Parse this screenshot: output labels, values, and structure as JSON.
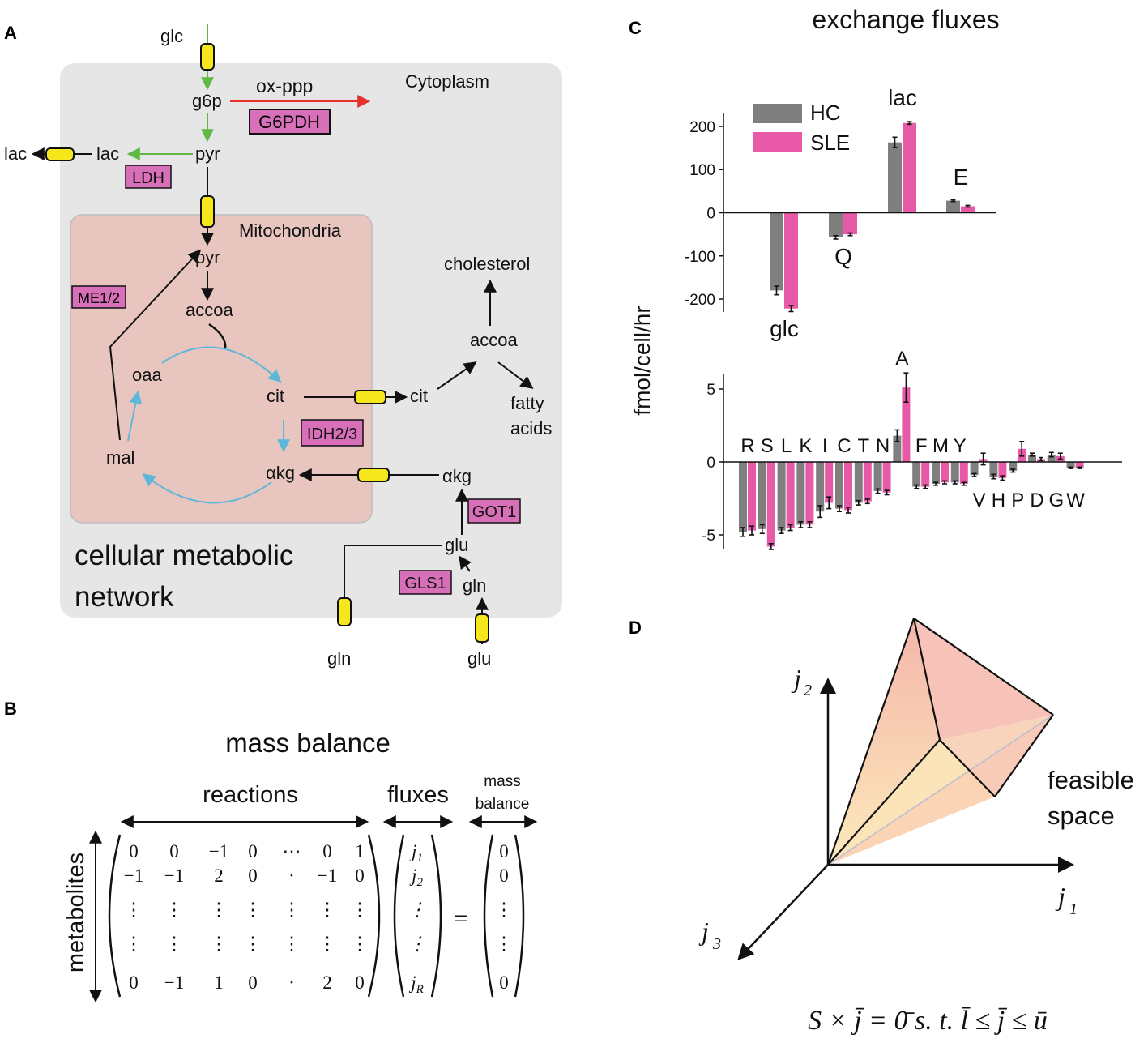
{
  "panels": {
    "A": {
      "label": "A",
      "compartments": {
        "cytoplasm": "Cytoplasm",
        "mitochondria": "Mitochondria"
      },
      "network_label_line1": "cellular metabolic",
      "network_label_line2": "network",
      "metabolites": {
        "glc": "glc",
        "g6p": "g6p",
        "pyr_cyto": "pyr",
        "lac_in": "lac",
        "lac_out": "lac",
        "pyr_mito": "pyr",
        "accoa_mito": "accoa",
        "oaa": "oaa",
        "cit_mito": "cit",
        "mal": "mal",
        "akg_mito": "αkg",
        "cit_cyto": "cit",
        "accoa_cyto": "accoa",
        "cholesterol": "cholesterol",
        "fatty_line1": "fatty",
        "fatty_line2": "acids",
        "akg_cyto": "αkg",
        "glu_cyto": "glu",
        "gln_cyto": "gln",
        "gln_out": "gln",
        "glu_out": "glu",
        "oxppp": "ox-ppp"
      },
      "enzymes": {
        "g6pdh": "G6PDH",
        "ldh": "LDH",
        "me": "ME1/2",
        "idh": "IDH2/3",
        "got1": "GOT1",
        "gls1": "GLS1"
      },
      "colors": {
        "glycolysis": "#5fb944",
        "oxppp": "#e8302a",
        "tca": "#5bb8d8",
        "enzyme": "#d770b8",
        "transporter": "#f5e71c",
        "cytoplasm": "#e6e6e6",
        "mito": "#e8c5bf"
      }
    },
    "B": {
      "label": "B",
      "title": "mass balance",
      "reactions": "reactions",
      "fluxes": "fluxes",
      "mb_line1": "mass",
      "mb_line2": "balance",
      "metabolites": "metabolites",
      "matrix_rows": [
        [
          "0",
          "0",
          "−1",
          "0",
          "⋯",
          "0",
          "1"
        ],
        [
          "−1",
          "−1",
          "2",
          "0",
          "·",
          "−1",
          "0"
        ],
        [
          "⋮",
          "⋮",
          "⋮",
          "⋮",
          "⋮",
          "⋮",
          "⋮"
        ],
        [
          "⋮",
          "⋮",
          "⋮",
          "⋮",
          "⋮",
          "⋮",
          "⋮"
        ],
        [
          "0",
          "−1",
          "1",
          "0",
          "·",
          "2",
          "0"
        ]
      ],
      "flux_vector": [
        "j",
        "j",
        "⋮",
        "⋮",
        "j"
      ],
      "flux_subs": [
        "1",
        "2",
        "",
        "",
        "R"
      ],
      "rhs_vector": [
        "0",
        "0",
        "⋮",
        "⋮",
        "0"
      ],
      "equals": "="
    },
    "C": {
      "label": "C",
      "title": "exchange fluxes",
      "ylabel": "fmol/cell/hr",
      "legend": [
        "HC",
        "SLE"
      ]
    },
    "D": {
      "label": "D",
      "axis_j2": "j",
      "axis_j2_sub": "2",
      "axis_j1": "j",
      "axis_j1_sub": "1",
      "axis_j3": "j",
      "axis_j3_sub": "3",
      "feasible_line1": "feasible",
      "feasible_line2": "space",
      "equation": "S × j̄ = 0̄   s. t.  l̄ ≤ j̄ ≤ ū"
    }
  },
  "chart_data": [
    {
      "type": "bar",
      "title": "exchange fluxes",
      "ylabel": "fmol/cell/hr",
      "ylim": [
        -230,
        230
      ],
      "yticks": [
        -200,
        -100,
        0,
        100,
        200
      ],
      "categories": [
        "glc",
        "Q",
        "lac",
        "E"
      ],
      "series": [
        {
          "name": "HC",
          "color": "#7f7f7f",
          "values": [
            -180,
            -57,
            163,
            28
          ],
          "errors": [
            10,
            4,
            12,
            2
          ]
        },
        {
          "name": "SLE",
          "color": "#e85aa8",
          "values": [
            -222,
            -50,
            208,
            15
          ],
          "errors": [
            7,
            3,
            3,
            2
          ]
        }
      ]
    },
    {
      "type": "bar",
      "ylabel": "fmol/cell/hr",
      "ylim": [
        -6,
        6
      ],
      "yticks": [
        -5,
        0,
        5
      ],
      "categories": [
        "R",
        "S",
        "L",
        "K",
        "I",
        "C",
        "T",
        "N",
        "A",
        "F",
        "M",
        "Y",
        "V",
        "H",
        "P",
        "D",
        "G",
        "W"
      ],
      "series": [
        {
          "name": "HC",
          "color": "#7f7f7f",
          "values": [
            -4.8,
            -4.6,
            -4.7,
            -4.3,
            -3.4,
            -3.2,
            -2.8,
            -2.0,
            1.8,
            -1.7,
            -1.5,
            -1.4,
            -0.9,
            -1.0,
            -0.6,
            0.5,
            0.5,
            -0.4
          ],
          "errors": [
            0.3,
            0.3,
            0.2,
            0.2,
            0.4,
            0.2,
            0.15,
            0.15,
            0.4,
            0.12,
            0.1,
            0.1,
            0.1,
            0.15,
            0.1,
            0.1,
            0.15,
            0.05
          ]
        },
        {
          "name": "SLE",
          "color": "#e85aa8",
          "values": [
            -4.7,
            -5.8,
            -4.5,
            -4.3,
            -2.8,
            -3.3,
            -2.7,
            -2.1,
            5.1,
            -1.7,
            -1.4,
            -1.5,
            0.2,
            -1.1,
            0.9,
            0.2,
            0.4,
            -0.4
          ],
          "errors": [
            0.3,
            0.2,
            0.2,
            0.2,
            0.4,
            0.2,
            0.15,
            0.15,
            1.0,
            0.12,
            0.1,
            0.1,
            0.4,
            0.15,
            0.5,
            0.1,
            0.2,
            0.05
          ]
        }
      ]
    }
  ]
}
